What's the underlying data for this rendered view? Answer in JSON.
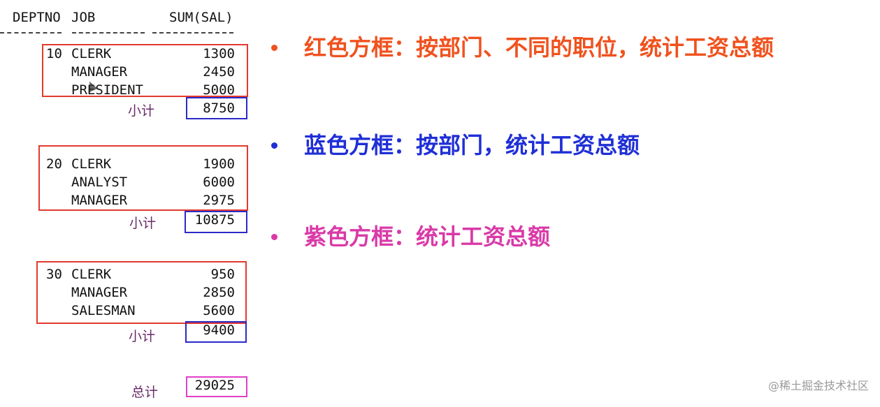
{
  "header": {
    "deptno": "DEPTNO",
    "job": "JOB",
    "sum": "SUM(SAL)"
  },
  "groups": [
    {
      "deptno": "10",
      "rows": [
        {
          "job": "CLERK",
          "sal": "1300"
        },
        {
          "job": "MANAGER",
          "sal": "2450"
        },
        {
          "job": "PRESIDENT",
          "sal": "5000"
        }
      ],
      "subtotal_label": "小计",
      "subtotal": "8750"
    },
    {
      "deptno": "20",
      "rows": [
        {
          "job": "CLERK",
          "sal": "1900"
        },
        {
          "job": "ANALYST",
          "sal": "6000"
        },
        {
          "job": "MANAGER",
          "sal": "2975"
        }
      ],
      "subtotal_label": "小计",
      "subtotal": "10875"
    },
    {
      "deptno": "30",
      "rows": [
        {
          "job": "CLERK",
          "sal": "950"
        },
        {
          "job": "MANAGER",
          "sal": "2850"
        },
        {
          "job": "SALESMAN",
          "sal": "5600"
        }
      ],
      "subtotal_label": "小计",
      "subtotal": "9400"
    }
  ],
  "total": {
    "label": "总计",
    "value": "29025"
  },
  "bullets": [
    {
      "text": "红色方框：按部门、不同的职位，统计工资总额",
      "color": "#f0521e"
    },
    {
      "text": "蓝色方框：按部门，统计工资总额",
      "color": "#1f2fd6"
    },
    {
      "text": "紫色方框：统计工资总额",
      "color": "#d93aa8"
    }
  ],
  "watermark": "@稀土掘金技术社区"
}
